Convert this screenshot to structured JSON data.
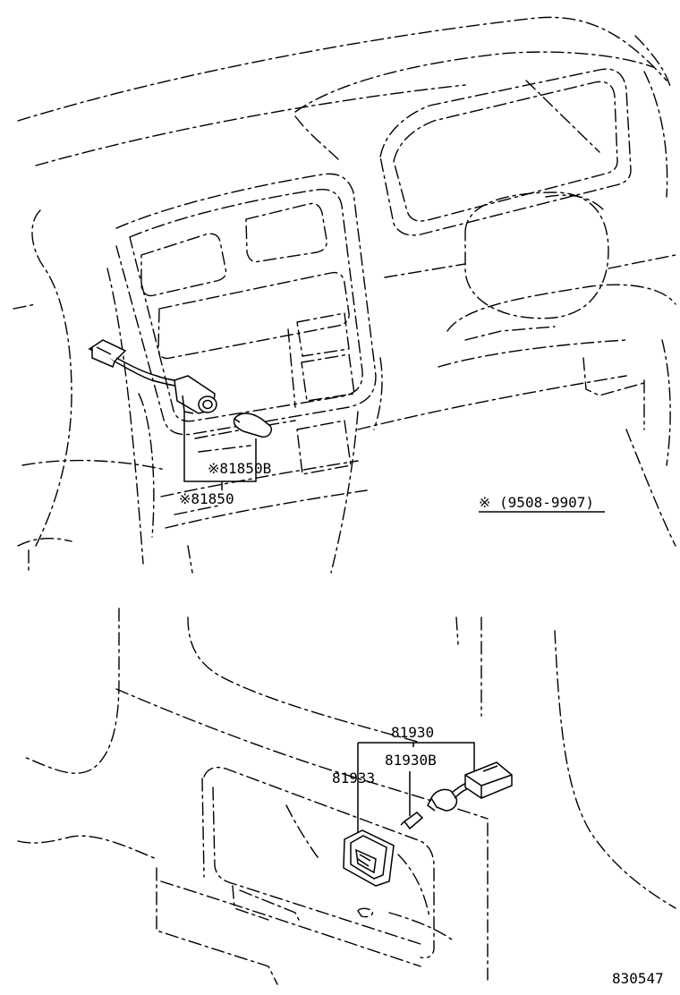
{
  "labels": {
    "part_81850B": "※81850B",
    "part_81850": "※81850",
    "note_period": "※ (9508-9907)",
    "part_81930": "81930",
    "part_81930B": "81930B",
    "part_81933": "81933",
    "drawing_no": "830547"
  }
}
